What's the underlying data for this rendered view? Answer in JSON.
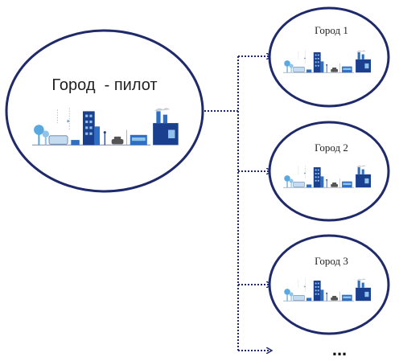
{
  "pilot": {
    "label": "Город  - пилот"
  },
  "cities": [
    {
      "label": "Город 1"
    },
    {
      "label": "Город 2"
    },
    {
      "label": "Город 3"
    }
  ],
  "more": {
    "label": "..."
  },
  "colors": {
    "ellipse_stroke": "#1f2a6b",
    "connector": "#1f2a6b",
    "building_dark": "#1b3f8f",
    "building_mid": "#2d6fc6",
    "building_light": "#8fc3ea",
    "tree": "#5aa8e0",
    "ground": "#9aa3b3"
  }
}
